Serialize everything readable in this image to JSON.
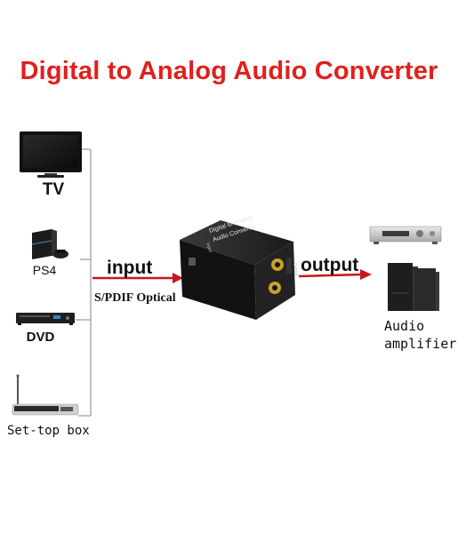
{
  "title": "Digital to Analog Audio Converter",
  "sources": {
    "tv": "TV",
    "ps4": "PS4",
    "dvd": "DVD",
    "stb": "Set-top box"
  },
  "input": {
    "label": "input",
    "type": "S/PDIF Optical"
  },
  "device": {
    "line1": "Digital to Analog",
    "line2": "Audio Converter",
    "port_in": "Input",
    "port_out": "Output"
  },
  "output": {
    "label": "output",
    "amp_line1": "Audio",
    "amp_line2": "amplifier"
  },
  "colors": {
    "title": "#e0201d",
    "arrow": "#c8161d",
    "text": "#111111",
    "bracket": "#9a9a9a"
  }
}
